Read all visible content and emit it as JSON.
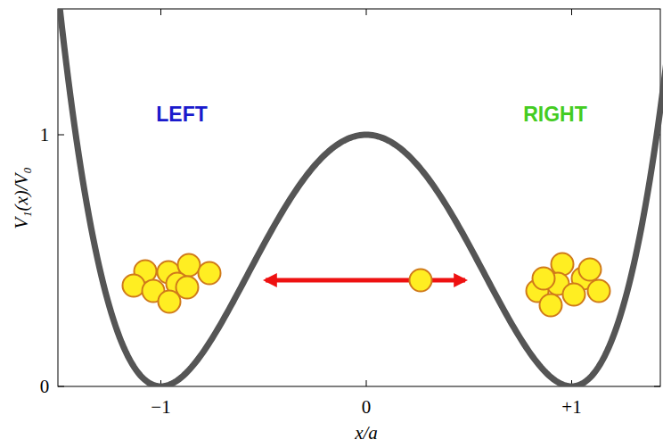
{
  "diagram": {
    "labels": [
      "LEFT",
      "RIGHT",
      "−1",
      "0",
      "+1",
      "0",
      "1",
      "x/a",
      "V₁(x)/V₀"
    ]
  }
}
